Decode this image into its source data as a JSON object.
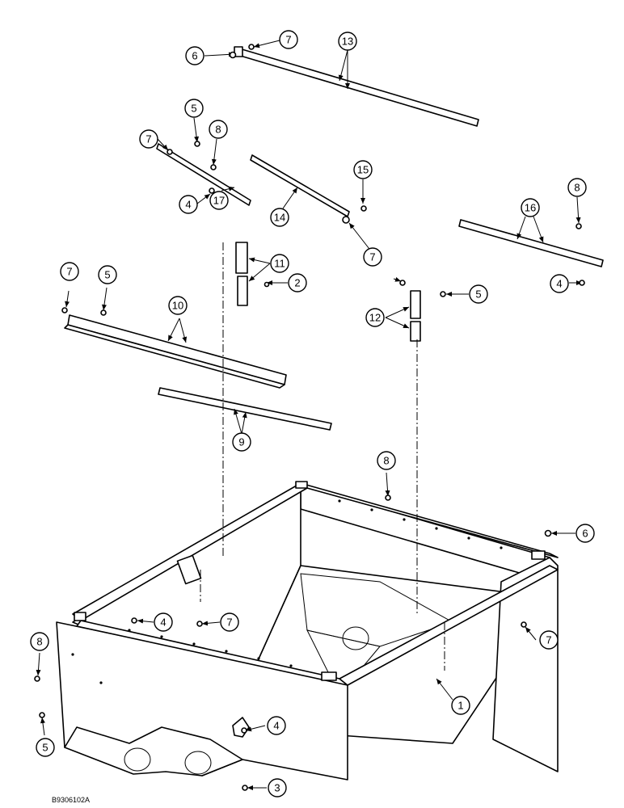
{
  "drawing_id": "B9306102A",
  "callouts": {
    "c1": "1",
    "c2": "2",
    "c3": "3",
    "c4a": "4",
    "c4b": "4",
    "c4c": "4",
    "c4d": "4",
    "c5a": "5",
    "c5b": "5",
    "c5c": "5",
    "c5d": "5",
    "c6a": "6",
    "c6b": "6",
    "c7a": "7",
    "c7b": "7",
    "c7c": "7",
    "c7d": "7",
    "c7e": "7",
    "c7f": "7",
    "c8a": "8",
    "c8b": "8",
    "c8c": "8",
    "c8d": "8",
    "c9": "9",
    "c10": "10",
    "c11": "11",
    "c12": "12",
    "c13": "13",
    "c14": "14",
    "c15": "15",
    "c16": "16",
    "c17": "17"
  }
}
